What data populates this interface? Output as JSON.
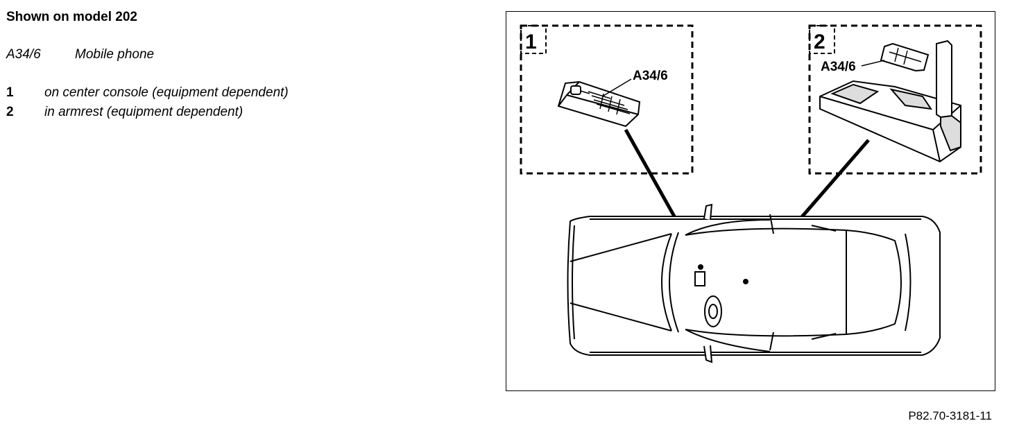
{
  "header": {
    "title": "Shown on model 202"
  },
  "legend": {
    "component": {
      "code": "A34/6",
      "label": "Mobile phone"
    },
    "locations": [
      {
        "num": "1",
        "label": "on center console (equipment dependent)"
      },
      {
        "num": "2",
        "label": "in armrest (equipment dependent)"
      }
    ]
  },
  "diagram": {
    "inset_1": {
      "num": "1",
      "callout": "A34/6"
    },
    "inset_2": {
      "num": "2",
      "callout": "A34/6"
    }
  },
  "footer": {
    "ref": "P82.70-3181-11"
  }
}
